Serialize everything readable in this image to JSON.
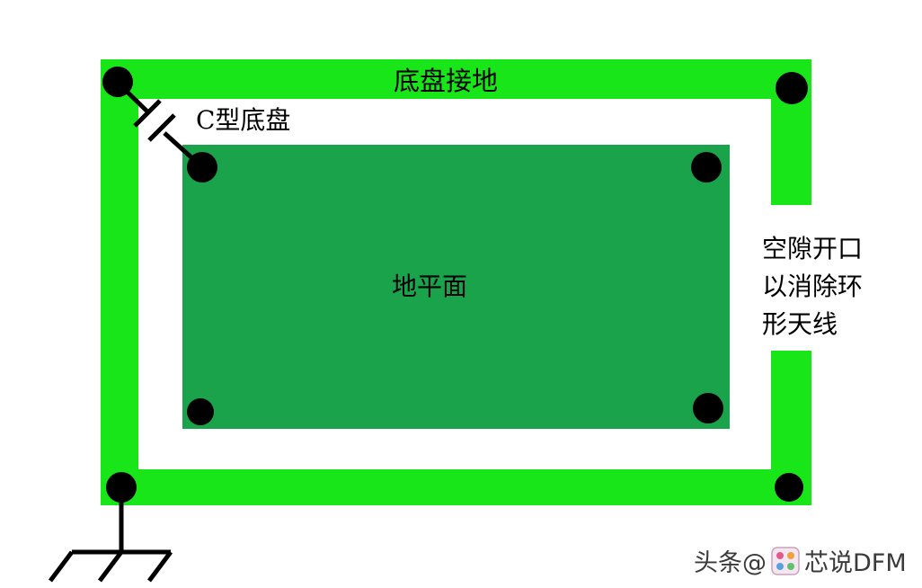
{
  "labels": {
    "chassis_ground": "底盘接地",
    "c_chassis": "C型底盘",
    "ground_plane": "地平面",
    "gap_opening": [
      "空隙开口",
      "以消除环",
      "形天线"
    ]
  },
  "watermark": {
    "prefix": "头条@",
    "name": "芯说DFM"
  },
  "colors": {
    "ring": "#19e619",
    "plane": "#1aa34a",
    "via": "#000000",
    "background": "#ffffff"
  }
}
